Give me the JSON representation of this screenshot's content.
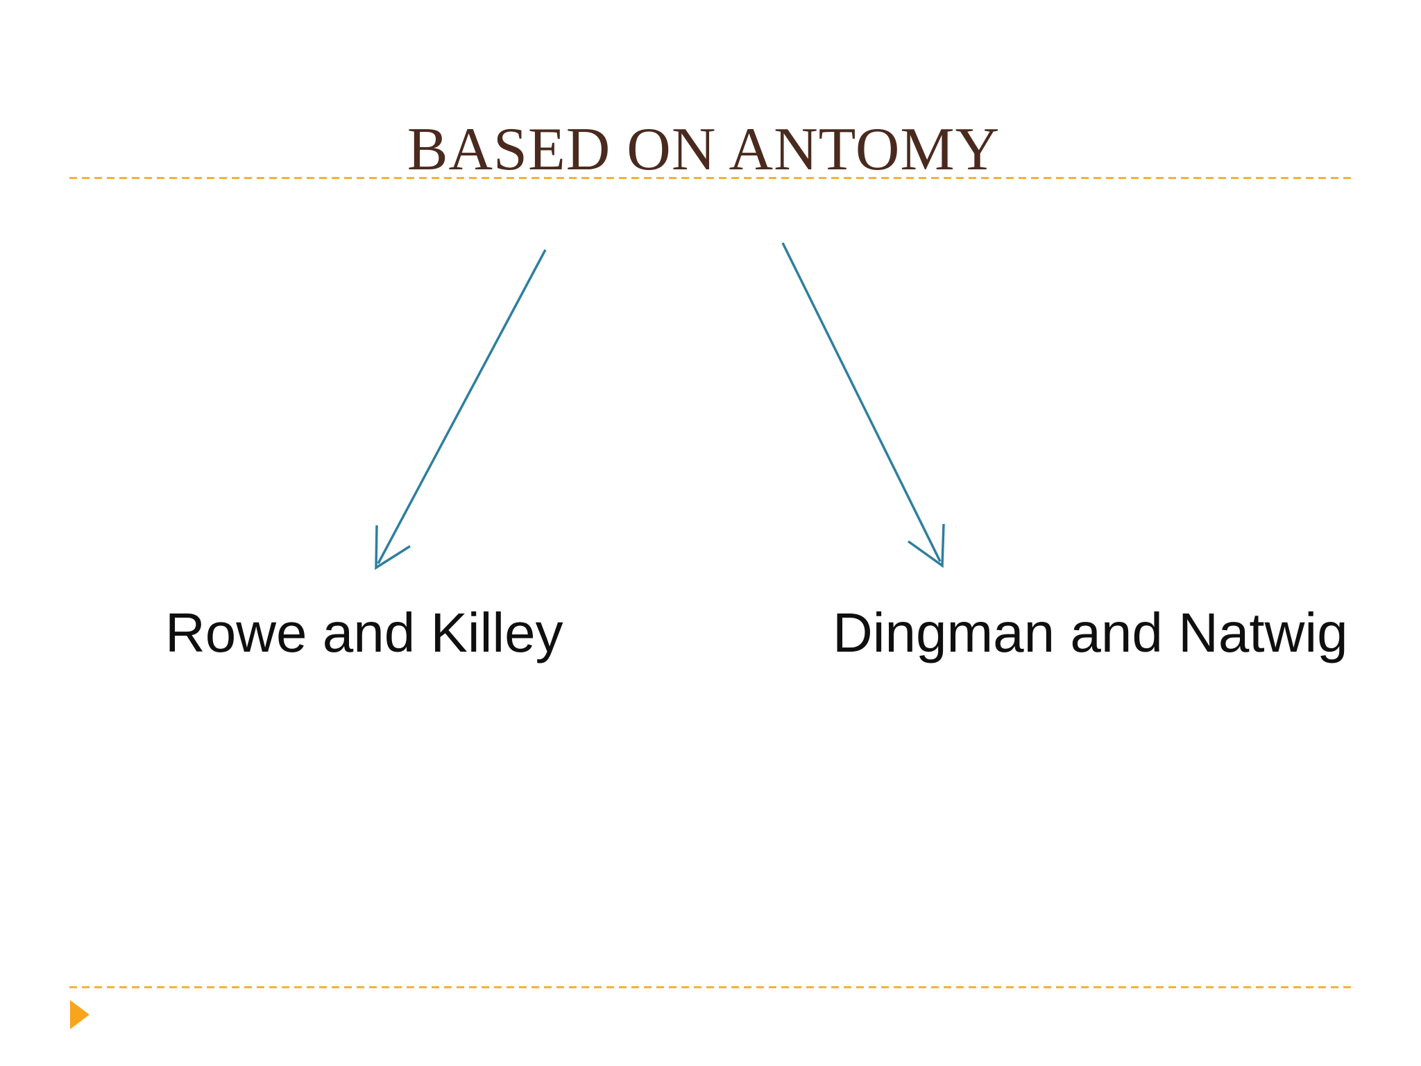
{
  "slide": {
    "title": "BASED ON ANTOMY",
    "branches": {
      "left": "Rowe and Killey",
      "right": "Dingman and Natwig"
    }
  },
  "diagram": {
    "type": "tree",
    "root": "BASED ON ANTOMY",
    "children": [
      "Rowe and Killey",
      "Dingman and Natwig"
    ]
  },
  "icons": {
    "footer_marker": "right-pointing-triangle-icon"
  },
  "colors": {
    "background": "#ffffff",
    "title": "#4a2a1e",
    "divider": "#f3b13c",
    "arrow": "#2e7f9e",
    "label": "#0f0f0f",
    "marker": "#f9a51b"
  }
}
